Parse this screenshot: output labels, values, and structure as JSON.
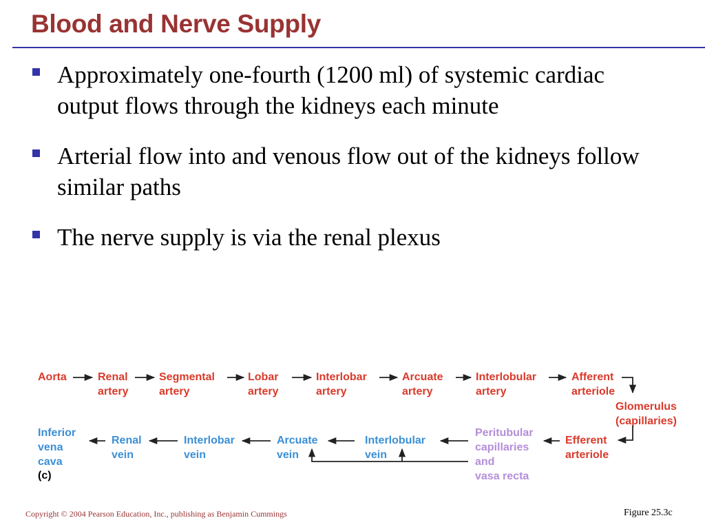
{
  "slide": {
    "title": "Blood and Nerve Supply",
    "bullets": [
      "Approximately one-fourth (1200 ml) of systemic cardiac output flows through the kidneys each minute",
      "Arterial flow into and venous flow out of the kidneys follow similar paths",
      "The nerve supply is via the renal plexus"
    ],
    "copyright": "Copyright © 2004 Pearson Education, Inc., publishing as Benjamin Cummings",
    "figure_label": "Figure 25.3c"
  },
  "diagram": {
    "colors": {
      "arterial": "#d93a2b",
      "venous": "#3b8fd6",
      "capillary": "#b48ed8",
      "arrow": "#222222"
    },
    "arterial_row": [
      "Aorta",
      "Renal\nartery",
      "Segmental\nartery",
      "Lobar\nartery",
      "Interlobar\nartery",
      "Arcuate\nartery",
      "Interlobular\nartery",
      "Afferent\narteriole"
    ],
    "glomerulus": "Glomerulus\n(capillaries)",
    "efferent": "Efferent\narteriole",
    "capillaries": "Peritubular\ncapillaries\nand\nvasa recta",
    "venous_row": [
      "Inferior\nvena\ncava",
      "Renal\nvein",
      "Interlobar\nvein",
      "Arcuate\nvein",
      "Interlobular\nvein"
    ],
    "panel_label": "(c)"
  }
}
